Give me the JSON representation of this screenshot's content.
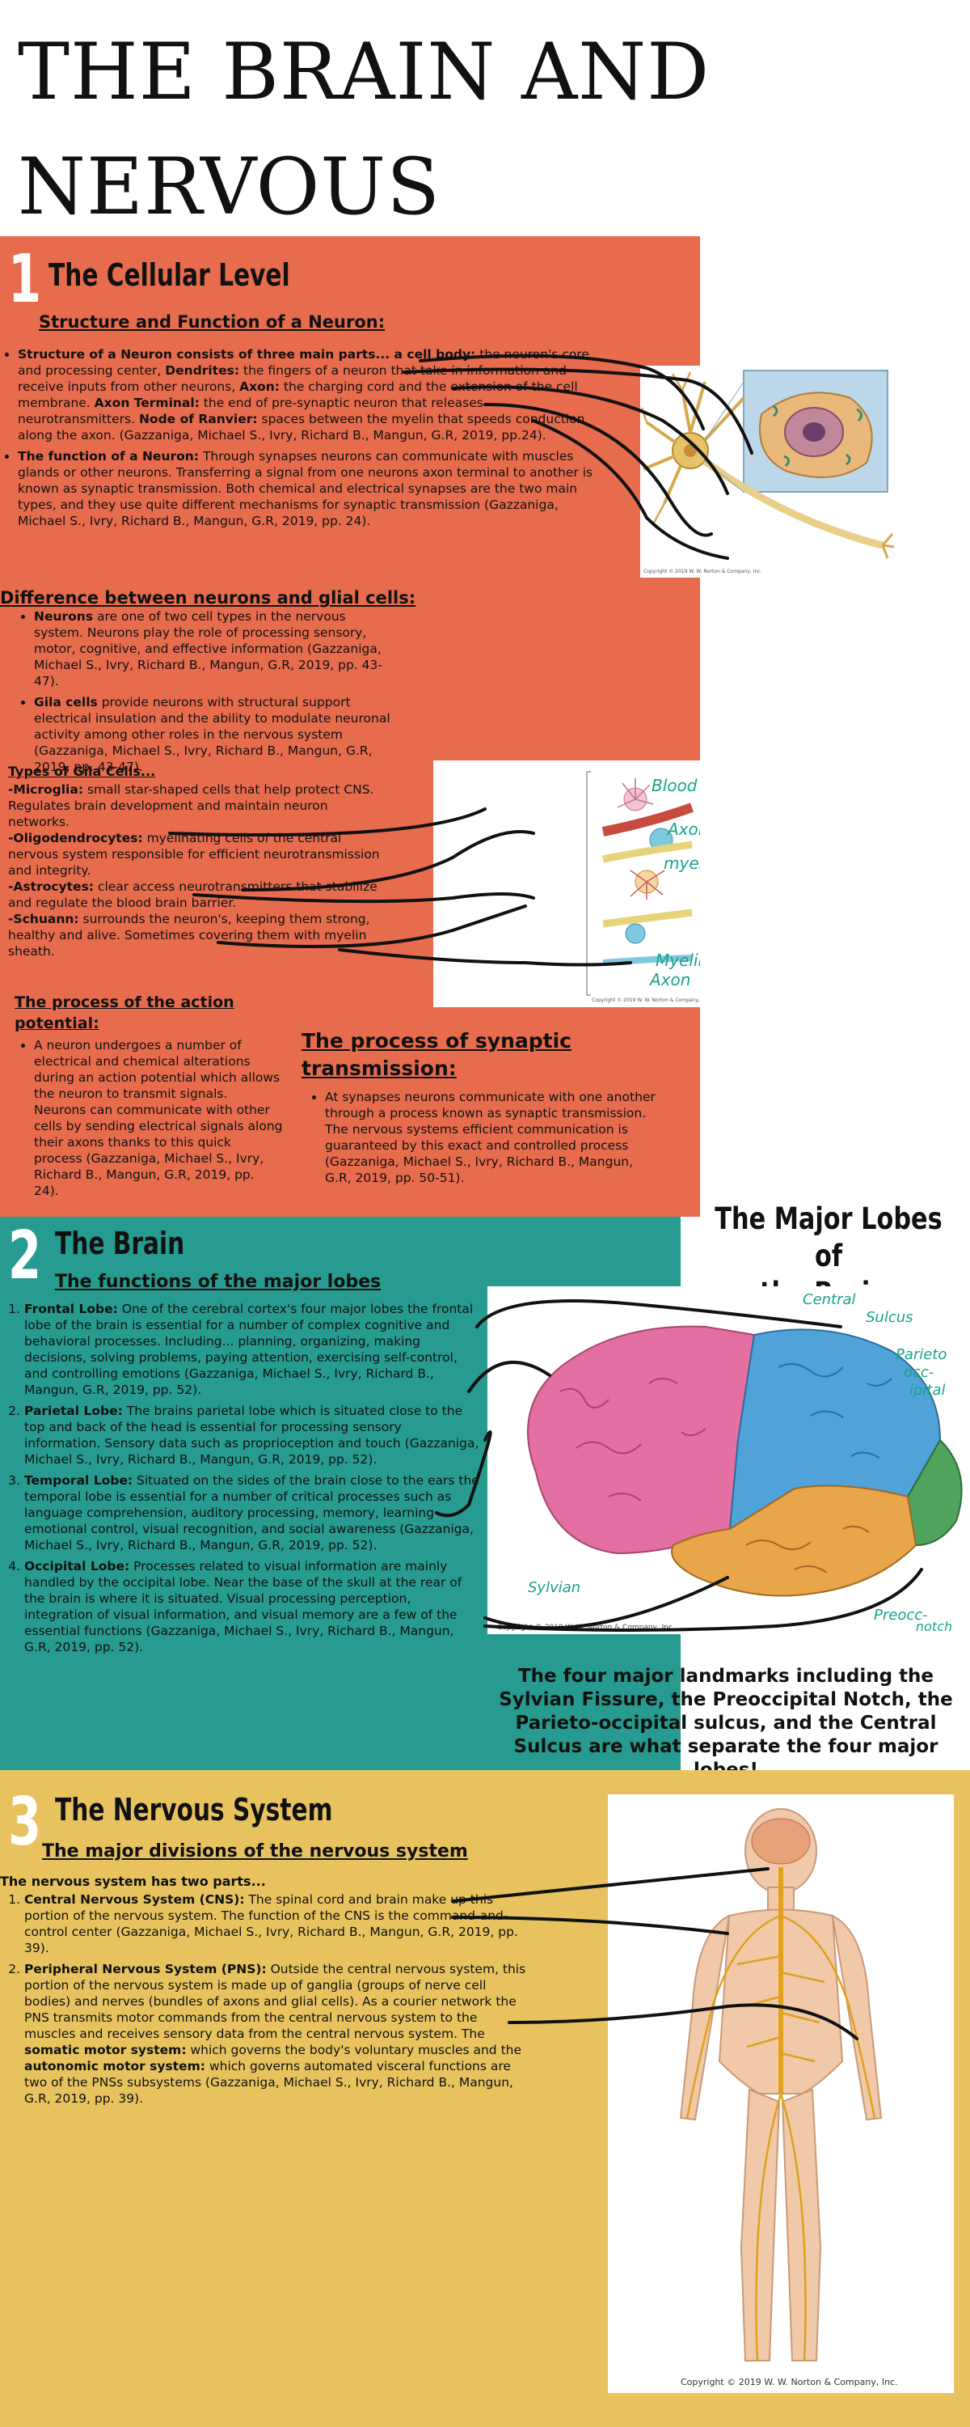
{
  "title_line1": "THE BRAIN AND",
  "title_line2": "NERVOUS SYSTEM",
  "colors": {
    "section1": "#e76b4d",
    "section2": "#279b8f",
    "section3": "#e7c25f"
  },
  "s1": {
    "number": "1",
    "heading": "The Cellular Level",
    "subheading": "Structure and Function of a Neuron:",
    "p1_label": "Structure of a Neuron consists of three main parts... a cell body:",
    "p1_t1": " the neuron's core and processing center, ",
    "p1_l2": "Dendrites:",
    "p1_t2": " the fingers of a neuron that take in information and receive inputs from other neurons, ",
    "p1_l3": "Axon:",
    "p1_t3": " the charging cord and the extension of the cell membrane. ",
    "p1_l4": "Axon Terminal:",
    "p1_t4": " the end of pre-synaptic neuron that releases neurotransmitters. ",
    "p1_l5": "Node of Ranvier:",
    "p1_t5": " spaces between the myelin that speeds conduction along the axon. (Gazzaniga, Michael S., Ivry, Richard B., Mangun, G.R, 2019, pp.24).",
    "p2_label": "The function of a Neuron:",
    "p2_text": " Through synapses neurons can communicate with muscles glands or other neurons. Transferring a signal from one neurons axon terminal to another is known as synaptic transmission. Both chemical and electrical synapses are the two main types, and they use quite different mechanisms for synaptic transmission (Gazzaniga, Michael S., Ivry, Richard B., Mangun, G.R, 2019, pp. 24).",
    "diff_heading": "Difference between neurons and glial cells:",
    "d1_label": "Neurons",
    "d1_text": " are one of two cell types in the nervous system. Neurons play the role of processing sensory, motor, cognitive, and effective information (Gazzaniga, Michael S., Ivry, Richard B., Mangun, G.R, 2019, pp. 43-47).",
    "d2_label": "Gila cells",
    "d2_text": " provide neurons with structural support electrical insulation and the ability to modulate neuronal activity among other roles in the nervous system (Gazzaniga, Michael S., Ivry, Richard B., Mangun, G.R, 2019, pp. 43-47).",
    "types_heading": "Types of Gila Cells...",
    "g1_label": "-Microglia:",
    "g1_text": " small star-shaped cells that help protect CNS. Regulates brain development and maintain neuron networks.",
    "g2_label": "-Oligodendrocytes:",
    "g2_text": " myelinating cells of the central nervous system responsible for efficient neurotransmission and integrity.",
    "g3_label": "-Astrocytes:",
    "g3_text": " clear access neurotransmitters that stabilize and regulate the blood brain barrier.",
    "g4_label": "-Schuann:",
    "g4_text": " surrounds the neuron's, keeping them strong, healthy and alive. Sometimes covering them with myelin sheath.",
    "ap_heading_1": "The process of the action",
    "ap_heading_2": "potential:",
    "ap_text": "A neuron undergoes a number of electrical and chemical alterations during an action potential which allows the neuron to transmit signals. Neurons can communicate with other cells by sending electrical signals along their axons thanks to this quick process (Gazzaniga, Michael S., Ivry, Richard B., Mangun, G.R, 2019, pp. 24).",
    "st_heading_1": "The process of synaptic",
    "st_heading_2": "transmission:",
    "st_text": "At synapses neurons communicate with one another through a process known as synaptic transmission. The nervous systems efficient communication is guaranteed by this exact and controlled process (Gazzaniga, Michael S., Ivry, Richard B., Mangun, G.R, 2019, pp. 50-51).",
    "copyright_small": "Copyright © 2019 W. W. Norton & Company, Inc.",
    "ann_blood": "Blood vessel",
    "ann_axon": "Axon",
    "ann_myelin1": "myelin",
    "ann_myelin2": "Myelin",
    "ann_axon2": "Axon"
  },
  "s2": {
    "number": "2",
    "heading": "The Brain",
    "subheading": "The functions of the major lobes",
    "side_heading_1": "The Major Lobes of",
    "side_heading_2": "the Brain:",
    "l1_label": "Frontal Lobe:",
    "l1_text": " One of the cerebral cortex's four major lobes the frontal lobe of the brain is essential for a number of complex cognitive and behavioral processes. Including... planning, organizing, making decisions, solving problems, paying attention, exercising self-control, and controlling emotions (Gazzaniga, Michael S., Ivry, Richard B., Mangun, G.R, 2019, pp. 52).",
    "l2_label": "Parietal Lobe:",
    "l2_text": " The brains parietal lobe which is situated close to the top and back of the head is essential for processing sensory information. Sensory data such as proprioception and touch (Gazzaniga, Michael S., Ivry, Richard B., Mangun, G.R, 2019, pp. 52).",
    "l3_label": "Temporal Lobe:",
    "l3_text": " Situated on the sides of the brain close to the ears the temporal lobe is essential for a number of critical processes such as language comprehension, auditory processing, memory, learning emotional control, visual recognition, and social awareness (Gazzaniga, Michael S., Ivry, Richard B., Mangun, G.R, 2019, pp. 52).",
    "l4_label": "Occipital Lobe:",
    "l4_text": " Processes related to visual information are mainly handled by the occipital lobe. Near the base of the skull at the rear of the brain is where it is situated. Visual processing perception, integration of visual information, and visual memory are a few of the essential functions (Gazzaniga, Michael S., Ivry, Richard B., Mangun, G.R, 2019, pp. 52).",
    "caption": "The four major landmarks including the Sylvian Fissure, the Preoccipital Notch, the Parieto-occipital sulcus, and the Central Sulcus are what separate the four major lobes!",
    "copyright": "Copyright © 2019 W. W. Norton & Company, Inc.",
    "ann_central_1": "Central",
    "ann_central_2": "Sulcus",
    "ann_parieto_1": "Parieto",
    "ann_parieto_2": "occ-",
    "ann_parieto_3": "ipital",
    "ann_sylvian": "Sylvian",
    "ann_preocc_1": "Preocc-",
    "ann_preocc_2": "notch"
  },
  "s3": {
    "number": "3",
    "heading": "The Nervous System",
    "subheading": "The major divisions of the nervous system",
    "intro": "The nervous system has two parts...",
    "c1_label": "Central Nervous System (CNS):",
    "c1_text": " The spinal cord and brain make up this portion of the nervous system. The function of the CNS is the command-and- control center (Gazzaniga, Michael S., Ivry, Richard B., Mangun, G.R, 2019, pp. 39).",
    "c2_label": "Peripheral Nervous System (PNS):",
    "c2_t1": " Outside the central nervous system, this portion of the nervous system is made up of ganglia (groups of nerve cell bodies) and nerves (bundles of axons and glial cells). As a courier network the PNS transmits motor commands from the central nervous system to the muscles and receives sensory data from the central nervous system. The ",
    "c2_l2": "somatic motor system:",
    "c2_t2": " which governs the body's voluntary muscles and the ",
    "c2_l3": "autonomic motor system:",
    "c2_t3": " which governs automated visceral functions are two of the PNSs subsystems (Gazzaniga, Michael S., Ivry, Richard B., Mangun, G.R, 2019, pp. 39).",
    "copyright": "Copyright © 2019 W. W. Norton & Company, Inc."
  }
}
